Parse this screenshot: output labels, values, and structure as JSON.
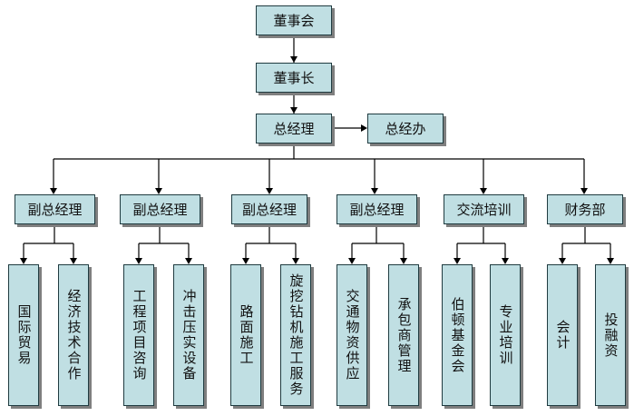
{
  "top": [
    {
      "label": "董事会"
    },
    {
      "label": "董事长"
    },
    {
      "label": "总经理"
    }
  ],
  "side": {
    "label": "总经办"
  },
  "departments": [
    {
      "label": "副总经理",
      "children": [
        {
          "label": "国际贸易"
        },
        {
          "label": "经济技术合作"
        }
      ]
    },
    {
      "label": "副总经理",
      "children": [
        {
          "label": "工程项目咨询"
        },
        {
          "label": "冲击压实设备"
        }
      ]
    },
    {
      "label": "副总经理",
      "children": [
        {
          "label": "路面施工"
        },
        {
          "label": "旋挖钻机施工服务"
        }
      ]
    },
    {
      "label": "副总经理",
      "children": [
        {
          "label": "交通物资供应"
        },
        {
          "label": "承包商管理"
        }
      ]
    },
    {
      "label": "交流培训",
      "children": [
        {
          "label": "伯顿基金会"
        },
        {
          "label": "专业培训"
        }
      ]
    },
    {
      "label": "财务部",
      "children": [
        {
          "label": "会计"
        },
        {
          "label": "投融资"
        }
      ]
    }
  ],
  "colors": {
    "box_fill": "#c0dfe3",
    "box_border": "#1f3b40",
    "line": "#000000",
    "shadow": "#7f7f7f"
  }
}
